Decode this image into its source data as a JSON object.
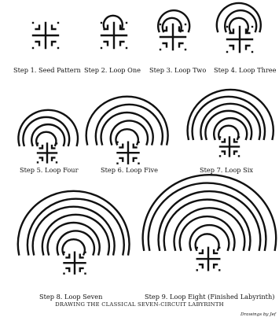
{
  "steps": [
    {
      "caption": "Step 1. Seed Pattern"
    },
    {
      "caption": "Step 2. Loop One"
    },
    {
      "caption": "Step 3. Loop Two"
    },
    {
      "caption": "Step 4. Loop Three"
    },
    {
      "caption": "Step 5. Loop Four"
    },
    {
      "caption": "Step 6. Loop Five"
    },
    {
      "caption": "Step 7. Loop Six"
    },
    {
      "caption": "Step 8. Loop Seven"
    },
    {
      "caption": "Step 9. Loop Eight (Finished Labyrinth)"
    }
  ],
  "title": "DRAWING THE CLASSICAL SEVEN-CIRCUIT LABYRINTH",
  "credit": "Drawings by Jef"
}
